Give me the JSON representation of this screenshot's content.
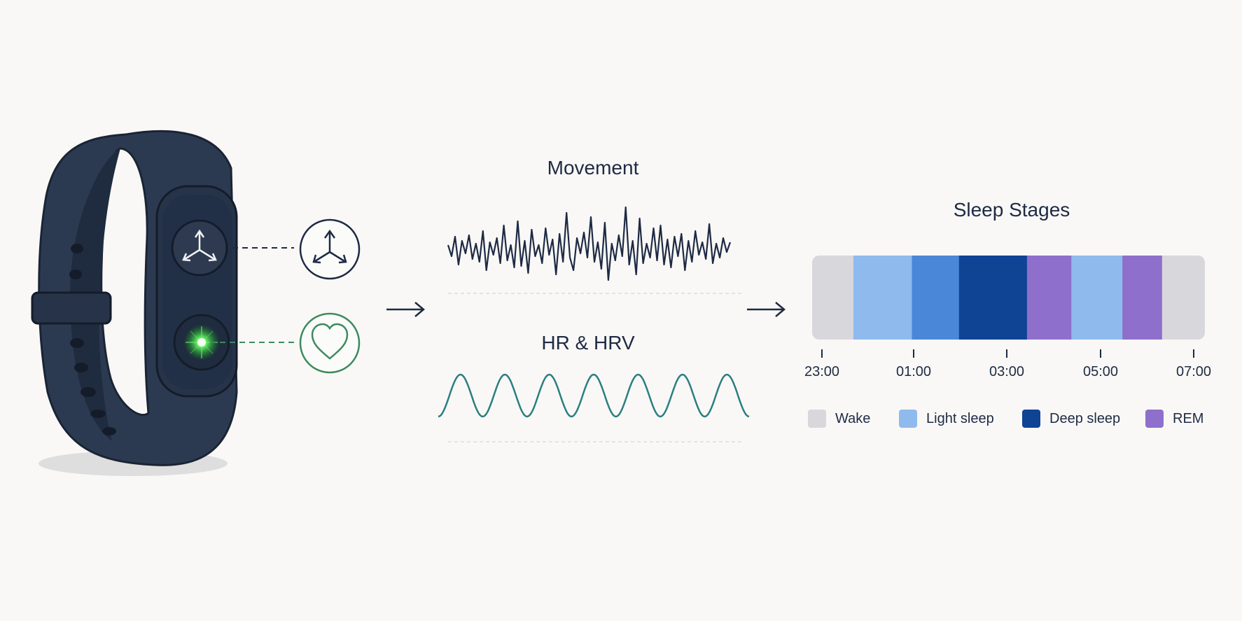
{
  "sections": {
    "movement_title": "Movement",
    "hr_title": "HR & HRV",
    "sleep_title": "Sleep Stages"
  },
  "colors": {
    "band": "#2c3a51",
    "band_dark": "#1f2b3e",
    "ink": "#1e2a44",
    "heart_green": "#3d8a5e",
    "wave_teal": "#2a7f80",
    "wake": "#d8d8dc",
    "light_sleep": "#8fbaed",
    "light_sleep_dark": "#4a87d8",
    "deep_sleep": "#0f4394",
    "rem": "#8e6fcb"
  },
  "sensors": {
    "movement_icon": "accelerometer-axes-icon",
    "heart_icon": "heart-outline-icon",
    "led": "green-optical-sensor-light"
  },
  "sleep_chart": {
    "segments": [
      {
        "stage": "Wake",
        "color": "#d8d8dc",
        "start": 0,
        "end": 0.105
      },
      {
        "stage": "Light sleep",
        "color": "#8fbaed",
        "start": 0.105,
        "end": 0.254
      },
      {
        "stage": "Light sleep",
        "color": "#4a87d8",
        "start": 0.254,
        "end": 0.374
      },
      {
        "stage": "Deep sleep",
        "color": "#0f4394",
        "start": 0.374,
        "end": 0.547
      },
      {
        "stage": "REM",
        "color": "#8e6fcb",
        "start": 0.547,
        "end": 0.66
      },
      {
        "stage": "Light sleep",
        "color": "#8fbaed",
        "start": 0.66,
        "end": 0.79
      },
      {
        "stage": "REM",
        "color": "#8e6fcb",
        "start": 0.79,
        "end": 0.891
      },
      {
        "stage": "Wake",
        "color": "#d8d8dc",
        "start": 0.891,
        "end": 1.0
      }
    ],
    "ticks": [
      "23:00",
      "01:00",
      "03:00",
      "05:00",
      "07:00"
    ]
  },
  "legend": [
    {
      "label": "Wake",
      "color": "#d8d8dc"
    },
    {
      "label": "Light sleep",
      "color": "#8fbaed"
    },
    {
      "label": "Deep sleep",
      "color": "#0f4394"
    },
    {
      "label": "REM",
      "color": "#8e6fcb"
    }
  ]
}
